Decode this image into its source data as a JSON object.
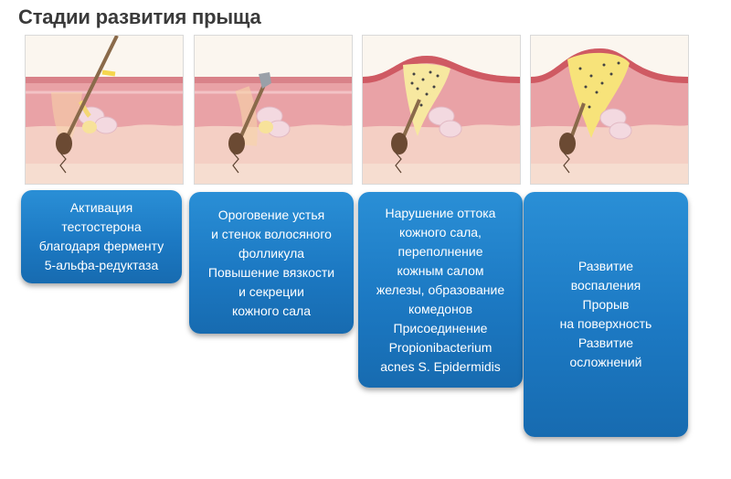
{
  "title": "Стадии развития прыща",
  "stages": [
    {
      "lines": [
        "Активация",
        "тестостерона",
        "благодаря ферменту",
        "5-альфа-редуктаза"
      ]
    },
    {
      "lines": [
        "Ороговение устья",
        "и стенок волосяного",
        "фолликула",
        "Повышение вязкости",
        "и секреции",
        "кожного сала"
      ]
    },
    {
      "lines": [
        "Нарушение оттока",
        "кожного сала,",
        "переполнение",
        "кожным салом",
        "железы, образование",
        "комедонов",
        "Присоединение",
        "Propionibacterium",
        "acnes S. Epidermidis"
      ]
    },
    {
      "lines": [
        "Развитие",
        "воспаления",
        "Прорыв",
        "на поверхность",
        "Развитие",
        "осложнений"
      ]
    }
  ]
}
